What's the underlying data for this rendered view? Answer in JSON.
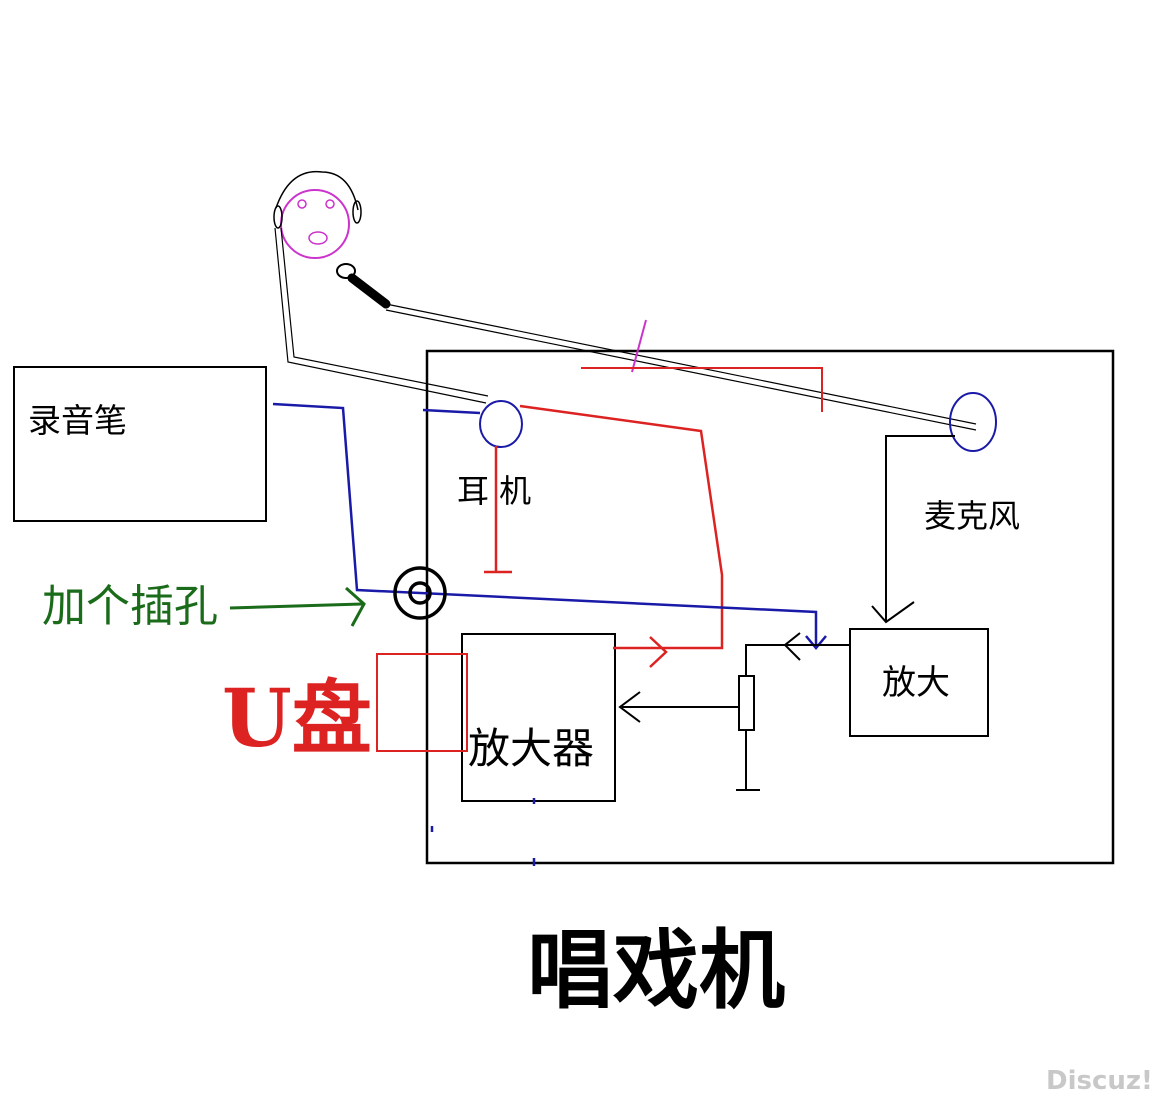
{
  "labels": {
    "recorder": "录音笔",
    "headphones": "耳 机",
    "microphone": "麦克风",
    "add_jack": "加个插孔",
    "usb_drive": "U盘",
    "pre_amp": "放大",
    "amplifier": "放大器",
    "machine_title": "唱戏机",
    "watermark": "Discuz!"
  },
  "colors": {
    "blue_wire": "#1a1aa8",
    "red_wire": "#dd2222",
    "green_arrow": "#1a6b1a",
    "magenta_face": "#cc33cc",
    "black": "#000000",
    "watermark": "#c8c8c8"
  }
}
